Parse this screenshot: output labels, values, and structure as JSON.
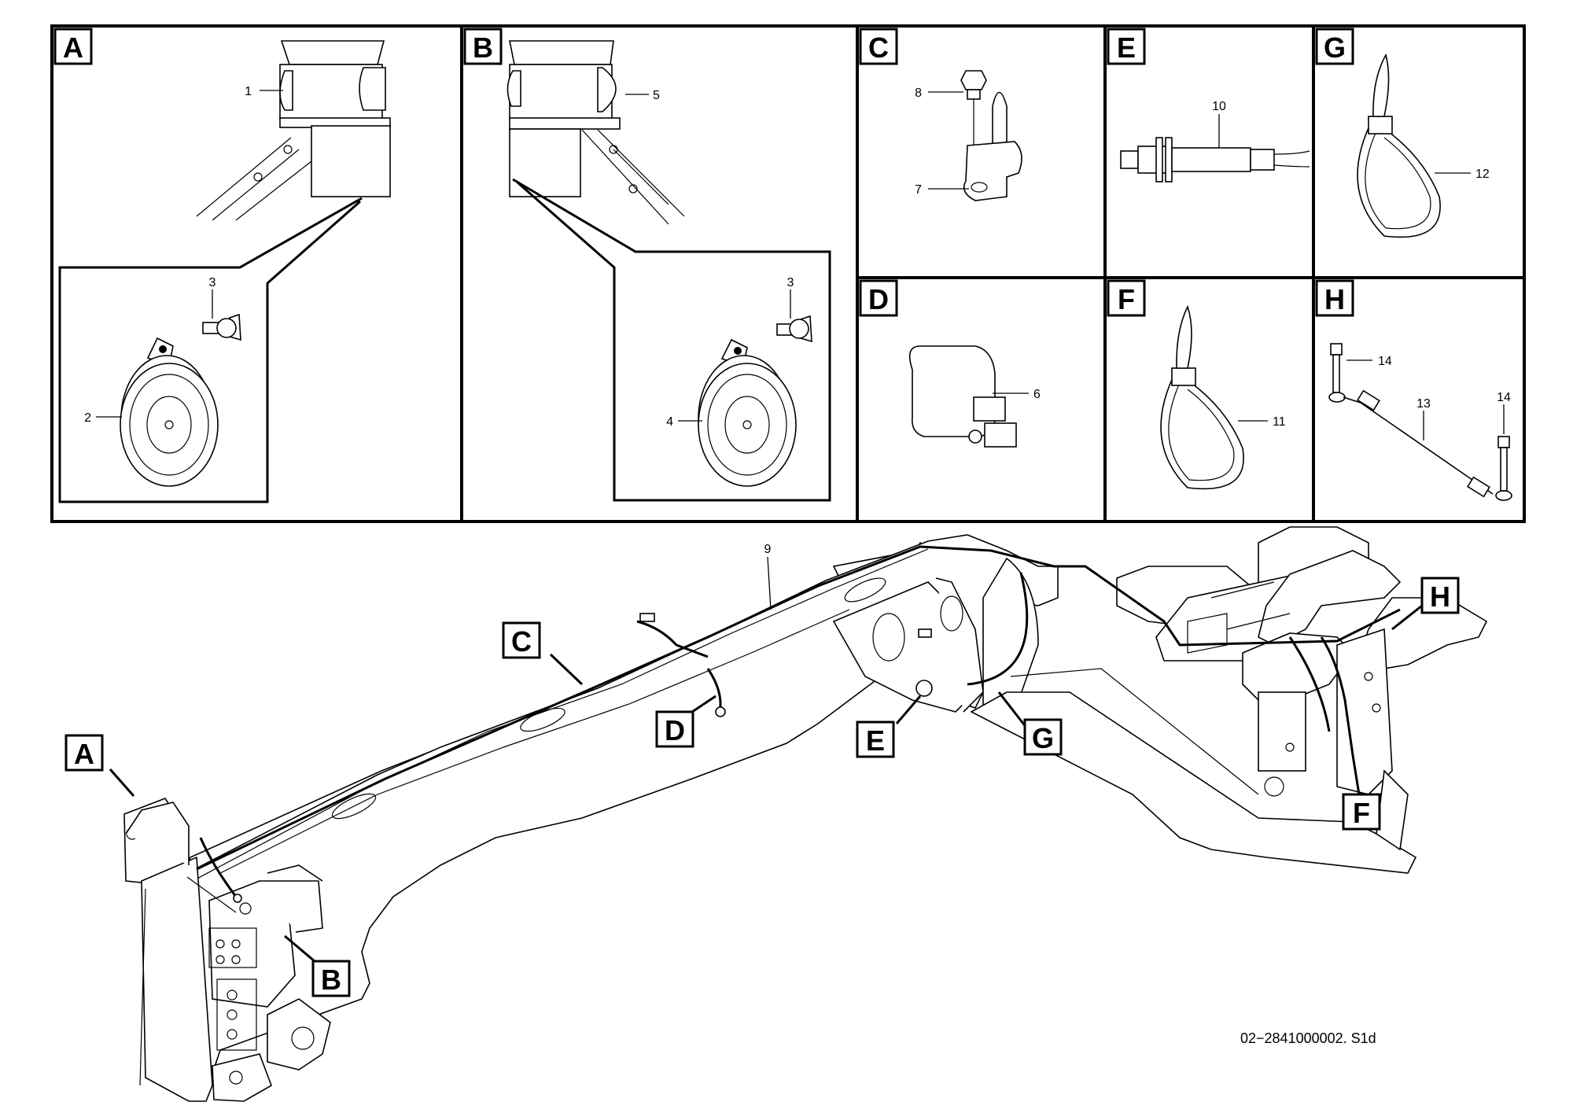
{
  "panels": {
    "A": {
      "label": "A",
      "items": [
        "1",
        "2",
        "3"
      ]
    },
    "B": {
      "label": "B",
      "items": [
        "5",
        "4",
        "3"
      ]
    },
    "C": {
      "label": "C",
      "items": [
        "8",
        "7"
      ]
    },
    "D": {
      "label": "D",
      "items": [
        "6"
      ]
    },
    "E": {
      "label": "E",
      "items": [
        "10"
      ]
    },
    "F": {
      "label": "F",
      "items": [
        "11"
      ]
    },
    "G": {
      "label": "G",
      "items": [
        "12"
      ]
    },
    "H": {
      "label": "H",
      "items": [
        "14",
        "13",
        "14"
      ]
    }
  },
  "main": {
    "callouts": [
      "A",
      "B",
      "C",
      "D",
      "E",
      "F",
      "G",
      "H"
    ],
    "part_9": "9"
  },
  "drawing_code": "02−2841000002. S1d"
}
